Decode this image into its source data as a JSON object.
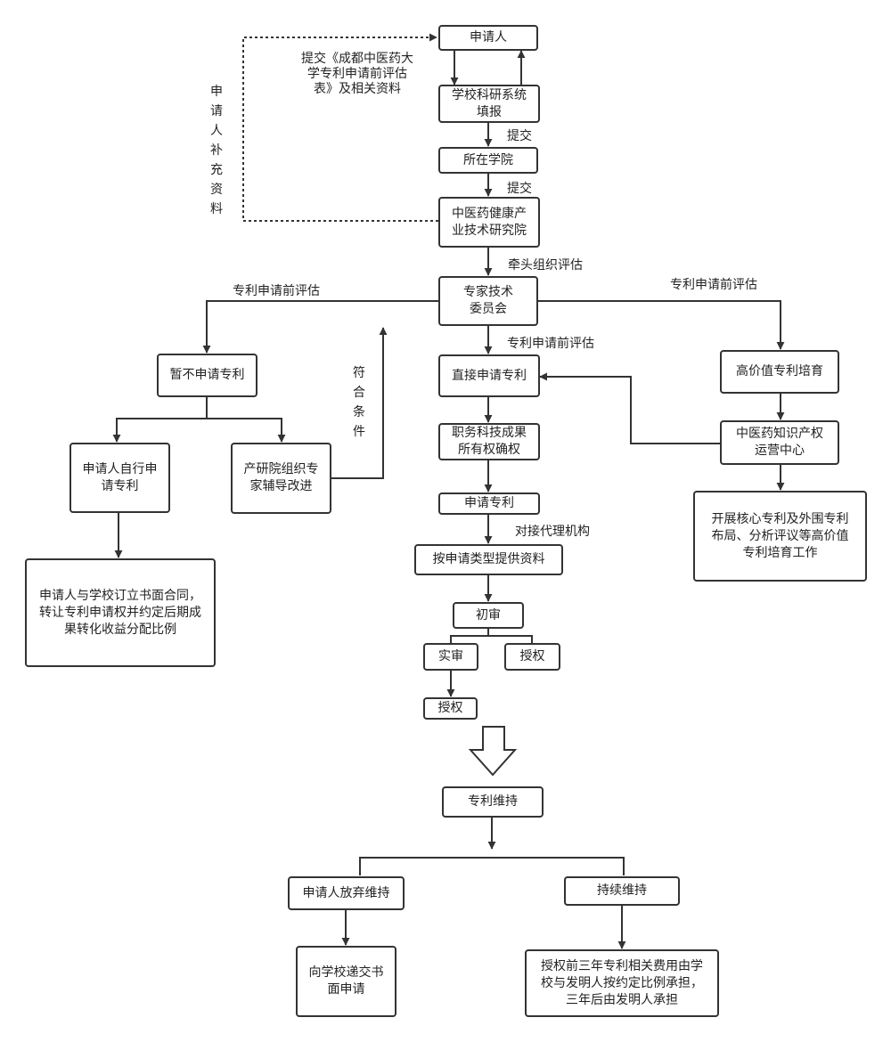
{
  "nodes": {
    "applicant": "申请人",
    "system_fill": "学校科研系统\n填报",
    "college": "所在学院",
    "institute": "中医药健康产\n业技术研究院",
    "committee": "专家技术\n委员会",
    "not_apply": "暂不申请专利",
    "self_apply": "申请人自行申\n请专利",
    "contract": "申请人与学校订立书面合同，\n转让专利申请权并约定后期成\n果转化收益分配比例",
    "guidance": "产研院组织专\n家辅导改进",
    "direct_apply": "直接申请专利",
    "ownership": "职务科技成果\n所有权确权",
    "apply_patent": "申请专利",
    "materials": "按申请类型提供资料",
    "prelim": "初审",
    "substantive": "实审",
    "grant_right": "授权",
    "grant_left": "授权",
    "high_value": "高价值专利培育",
    "ip_center": "中医药知识产权\n运营中心",
    "core_work": "开展核心专利及外围专利\n布局、分析评议等高价值\n专利培育工作",
    "maintain": "专利维持",
    "abandon": "申请人放弃维持",
    "continue": "持续维持",
    "written_request": "向学校递交书\n面申请",
    "fee_share": "授权前三年专利相关费用由学\n校与发明人按约定比例承担，\n三年后由发明人承担"
  },
  "labels": {
    "submit_form": "提交《成都中医药大\n学专利申请前评估\n表》及相关资料",
    "supplement": "申请人补充资料",
    "submit1": "提交",
    "submit2": "提交",
    "organize": "牵头组织评估",
    "eval_left": "专利申请前评估",
    "eval_mid": "专利申请前评估",
    "eval_right": "专利申请前评估",
    "qualified": "符合条件",
    "agency": "对接代理机构"
  }
}
